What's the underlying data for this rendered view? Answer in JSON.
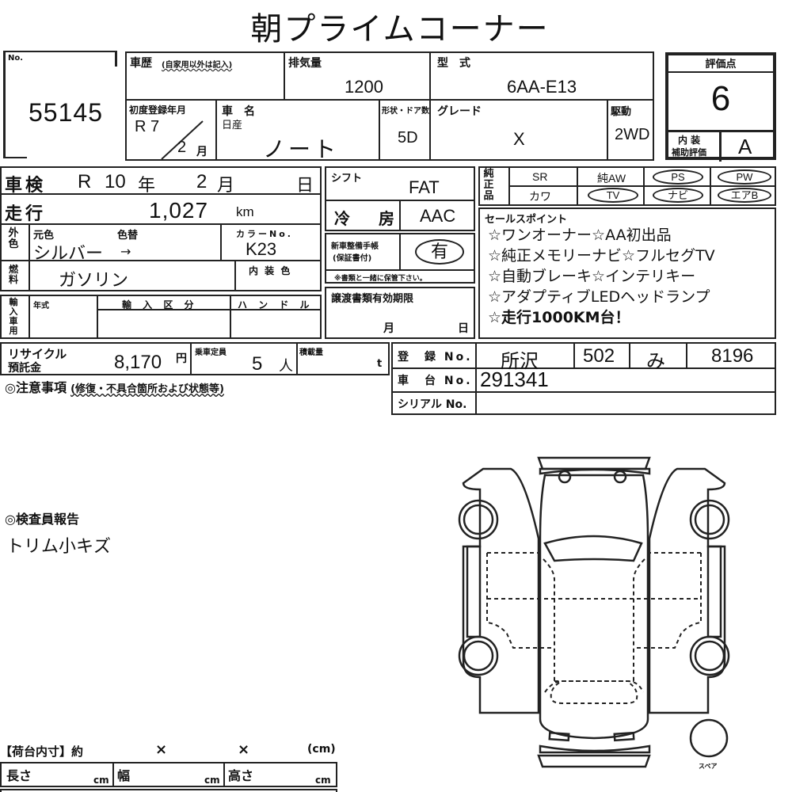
{
  "title": "朝プライムコーナー",
  "lot": {
    "label": "No.",
    "number": "55145"
  },
  "history": {
    "label": "車歴",
    "note": "(自家用以外は記入)",
    "value": ""
  },
  "displacement": {
    "label": "排気量",
    "value": "1200"
  },
  "model_code": {
    "label": "型　式",
    "value": "6AA-E13"
  },
  "first_registration": {
    "label": "初度登録年月",
    "year": "R 7",
    "month": "2",
    "month_unit": "月"
  },
  "car_name": {
    "label": "車　名",
    "maker": "日産",
    "value": "ノート"
  },
  "body_doors": {
    "label": "形状・ドア数",
    "value": "5D"
  },
  "grade": {
    "label": "グレード",
    "value": "X"
  },
  "drive": {
    "label": "駆動",
    "value": "2WD"
  },
  "score": {
    "label": "評価点",
    "value": "6",
    "interior_label_1": "内 装",
    "interior_label_2": "補助評価",
    "interior_value": "A"
  },
  "inspection": {
    "label": "車検",
    "era": "R",
    "year": "10",
    "year_unit": "年",
    "month": "2",
    "month_unit": "月",
    "day_unit": "日"
  },
  "mileage": {
    "label": "走行",
    "value": "1,027",
    "unit": "km"
  },
  "exterior_color": {
    "side_label": "外色",
    "original_label": "元色",
    "changed_label": "色替",
    "value": "シルバー",
    "arrow": "→",
    "color_no_label": "カラーNo.",
    "color_no": "K23"
  },
  "fuel": {
    "side_label": "燃料",
    "value": "ガソリン",
    "interior_color_label": "内 装 色",
    "interior_color": ""
  },
  "import": {
    "side_label": "輸入車用",
    "year_label": "年式",
    "category_label": "輸 入 区 分",
    "handle_label": "ハ ン ド ル"
  },
  "shift": {
    "label": "シフト",
    "value": "FAT"
  },
  "ac": {
    "label": "冷　房",
    "value": "AAC"
  },
  "maintenance_book": {
    "label_1": "新車整備手帳",
    "label_2": "(保証書付)",
    "value": "有",
    "note": "※書類と一緒に保管下さい。"
  },
  "transfer_docs": {
    "label": "譲渡書類有効期限",
    "month_unit": "月",
    "day_unit": "日"
  },
  "equipment": {
    "side_label": "純正品",
    "items": [
      {
        "label": "SR",
        "circled": false
      },
      {
        "label": "純AW",
        "circled": false
      },
      {
        "label": "PS",
        "circled": true
      },
      {
        "label": "PW",
        "circled": true
      },
      {
        "label": "カワ",
        "circled": false
      },
      {
        "label": "TV",
        "circled": true
      },
      {
        "label": "ナビ",
        "circled": true
      },
      {
        "label": "エアB",
        "circled": true
      }
    ]
  },
  "sales_points": {
    "label": "セールスポイント",
    "lines": [
      "☆ワンオーナー☆AA初出品",
      "☆純正メモリーナビ☆フルセグTV",
      "☆自動ブレーキ☆インテリキー",
      "☆アダプティブLEDヘッドランプ",
      "☆走行1000KM台！"
    ]
  },
  "recycle": {
    "label_1": "リサイクル",
    "label_2": "預託金",
    "value": "8,170",
    "unit": "円"
  },
  "capacity": {
    "label": "乗車定員",
    "value": "5",
    "unit": "人"
  },
  "load": {
    "label": "積載量",
    "value": "",
    "unit": "t"
  },
  "registration": {
    "label": "登　録 No.",
    "region": "所沢",
    "class": "502",
    "kana": "み",
    "number": "8196"
  },
  "chassis": {
    "label": "車　台 No.",
    "value": "291341"
  },
  "serial": {
    "label": "シリアル No.",
    "value": ""
  },
  "notes": {
    "label": "◎注意事項",
    "sub": "(修復・不具合箇所および状態等)"
  },
  "inspector": {
    "label": "◎検査員報告",
    "value": "トリム小キズ"
  },
  "cargo": {
    "label": "【荷台内寸】約",
    "x1": "×",
    "x2": "×",
    "unit": "(cm)",
    "length_label": "長さ",
    "width_label": "幅",
    "height_label": "高さ",
    "cm": "cm"
  },
  "diagram": {
    "spare_label": "スペア"
  }
}
